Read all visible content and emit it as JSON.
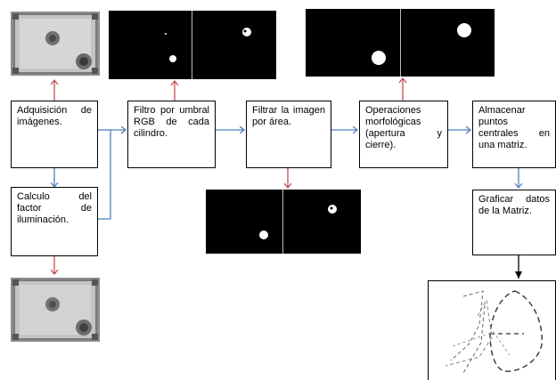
{
  "steps": {
    "adquisicion": "Adquisición de imágenes.",
    "calculo": "Calculo del factor de iluminación.",
    "filtro_rgb": "Filtro por umbral RGB de cada cilindro.",
    "filtrar_area": "Filtrar la imagen por área.",
    "morfologicas": "Operaciones morfológicas (apertura y cierre).",
    "almacenar": "Almacenar puntos centrales en una matriz.",
    "graficar": "Graficar datos de la Matriz."
  },
  "colors": {
    "arrow_red": "#c0504d",
    "arrow_blue": "#4f81bd",
    "box_border": "#000000"
  },
  "images": {
    "photo_top": "grayscale camera photo of two cylinders",
    "photo_bottom": "grayscale camera photo, illumination corrected",
    "mask_rgb": "binary mask pair after RGB threshold",
    "mask_area": "binary mask pair after area filter",
    "mask_morph": "binary mask pair after morphological operations",
    "trajectory_plot": "plot of stored center points (dashed trajectories)"
  }
}
